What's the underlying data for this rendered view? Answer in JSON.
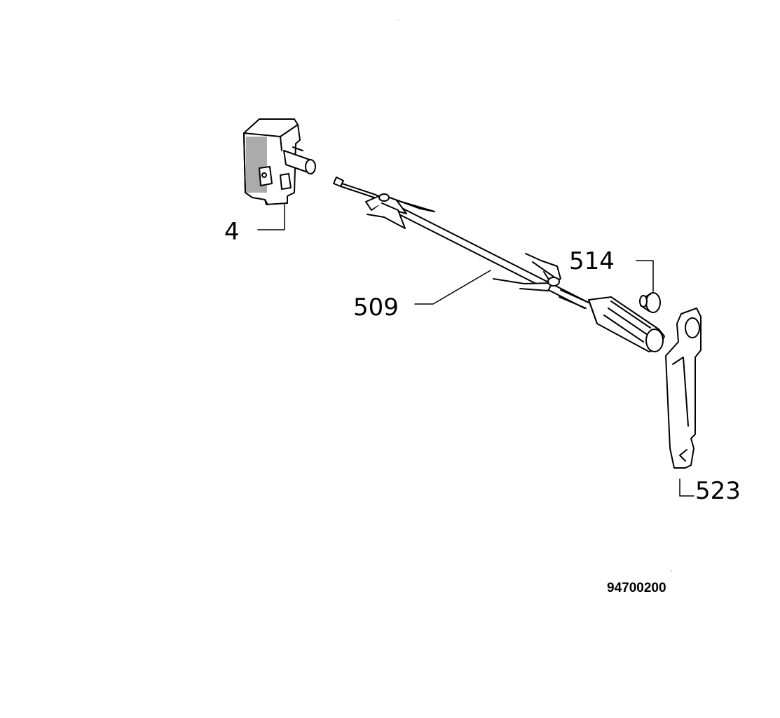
{
  "diagram": {
    "parts": [
      {
        "id": "4",
        "label": "4",
        "name": "motor"
      },
      {
        "id": "509",
        "label": "509",
        "name": "spit-rod-with-forks"
      },
      {
        "id": "514",
        "label": "514",
        "name": "bushing"
      },
      {
        "id": "523",
        "label": "523",
        "name": "support-bracket"
      }
    ],
    "drawing_number": "94700200"
  },
  "colors": {
    "ink": "#000000",
    "paper": "#ffffff"
  }
}
